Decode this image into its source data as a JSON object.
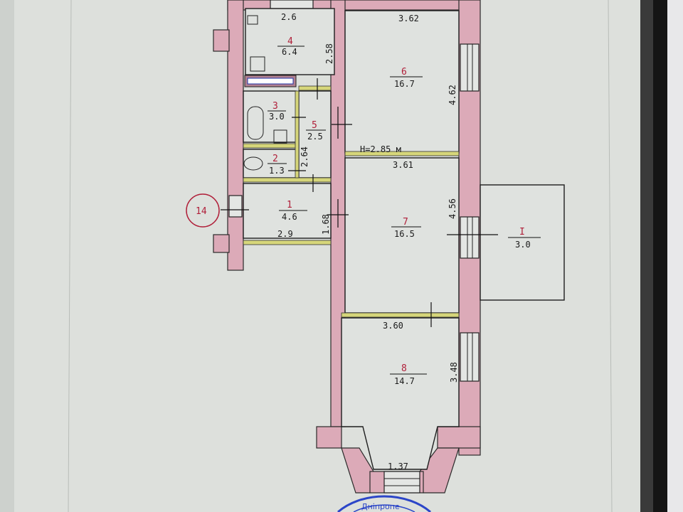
{
  "plan": {
    "height_note": "H=2.85 м",
    "entrance_marker": "14",
    "rooms": [
      {
        "id": "1",
        "area": "4.6",
        "dims": [
          "2.9",
          "1.68"
        ]
      },
      {
        "id": "2",
        "area": "1.3",
        "dims": []
      },
      {
        "id": "3",
        "area": "3.0",
        "dims": []
      },
      {
        "id": "4",
        "area": "6.4",
        "dims": [
          "2.6",
          "2.58"
        ]
      },
      {
        "id": "5",
        "area": "2.5",
        "dims": [
          "2.64"
        ]
      },
      {
        "id": "6",
        "area": "16.7",
        "dims": [
          "3.62",
          "4.62"
        ]
      },
      {
        "id": "7",
        "area": "16.5",
        "dims": [
          "3.61",
          "4.56"
        ]
      },
      {
        "id": "8",
        "area": "14.7",
        "dims": [
          "3.60",
          "3.48",
          "1.37"
        ]
      }
    ],
    "balcony": {
      "id": "I",
      "area": "3.0"
    },
    "stamp_text": "Дніпропе"
  },
  "colors": {
    "wall": "#dcaab8",
    "partition": "#d6d67a",
    "paper": "#dfe2df",
    "stamp": "#2b45c8",
    "marker": "#b0203a"
  }
}
